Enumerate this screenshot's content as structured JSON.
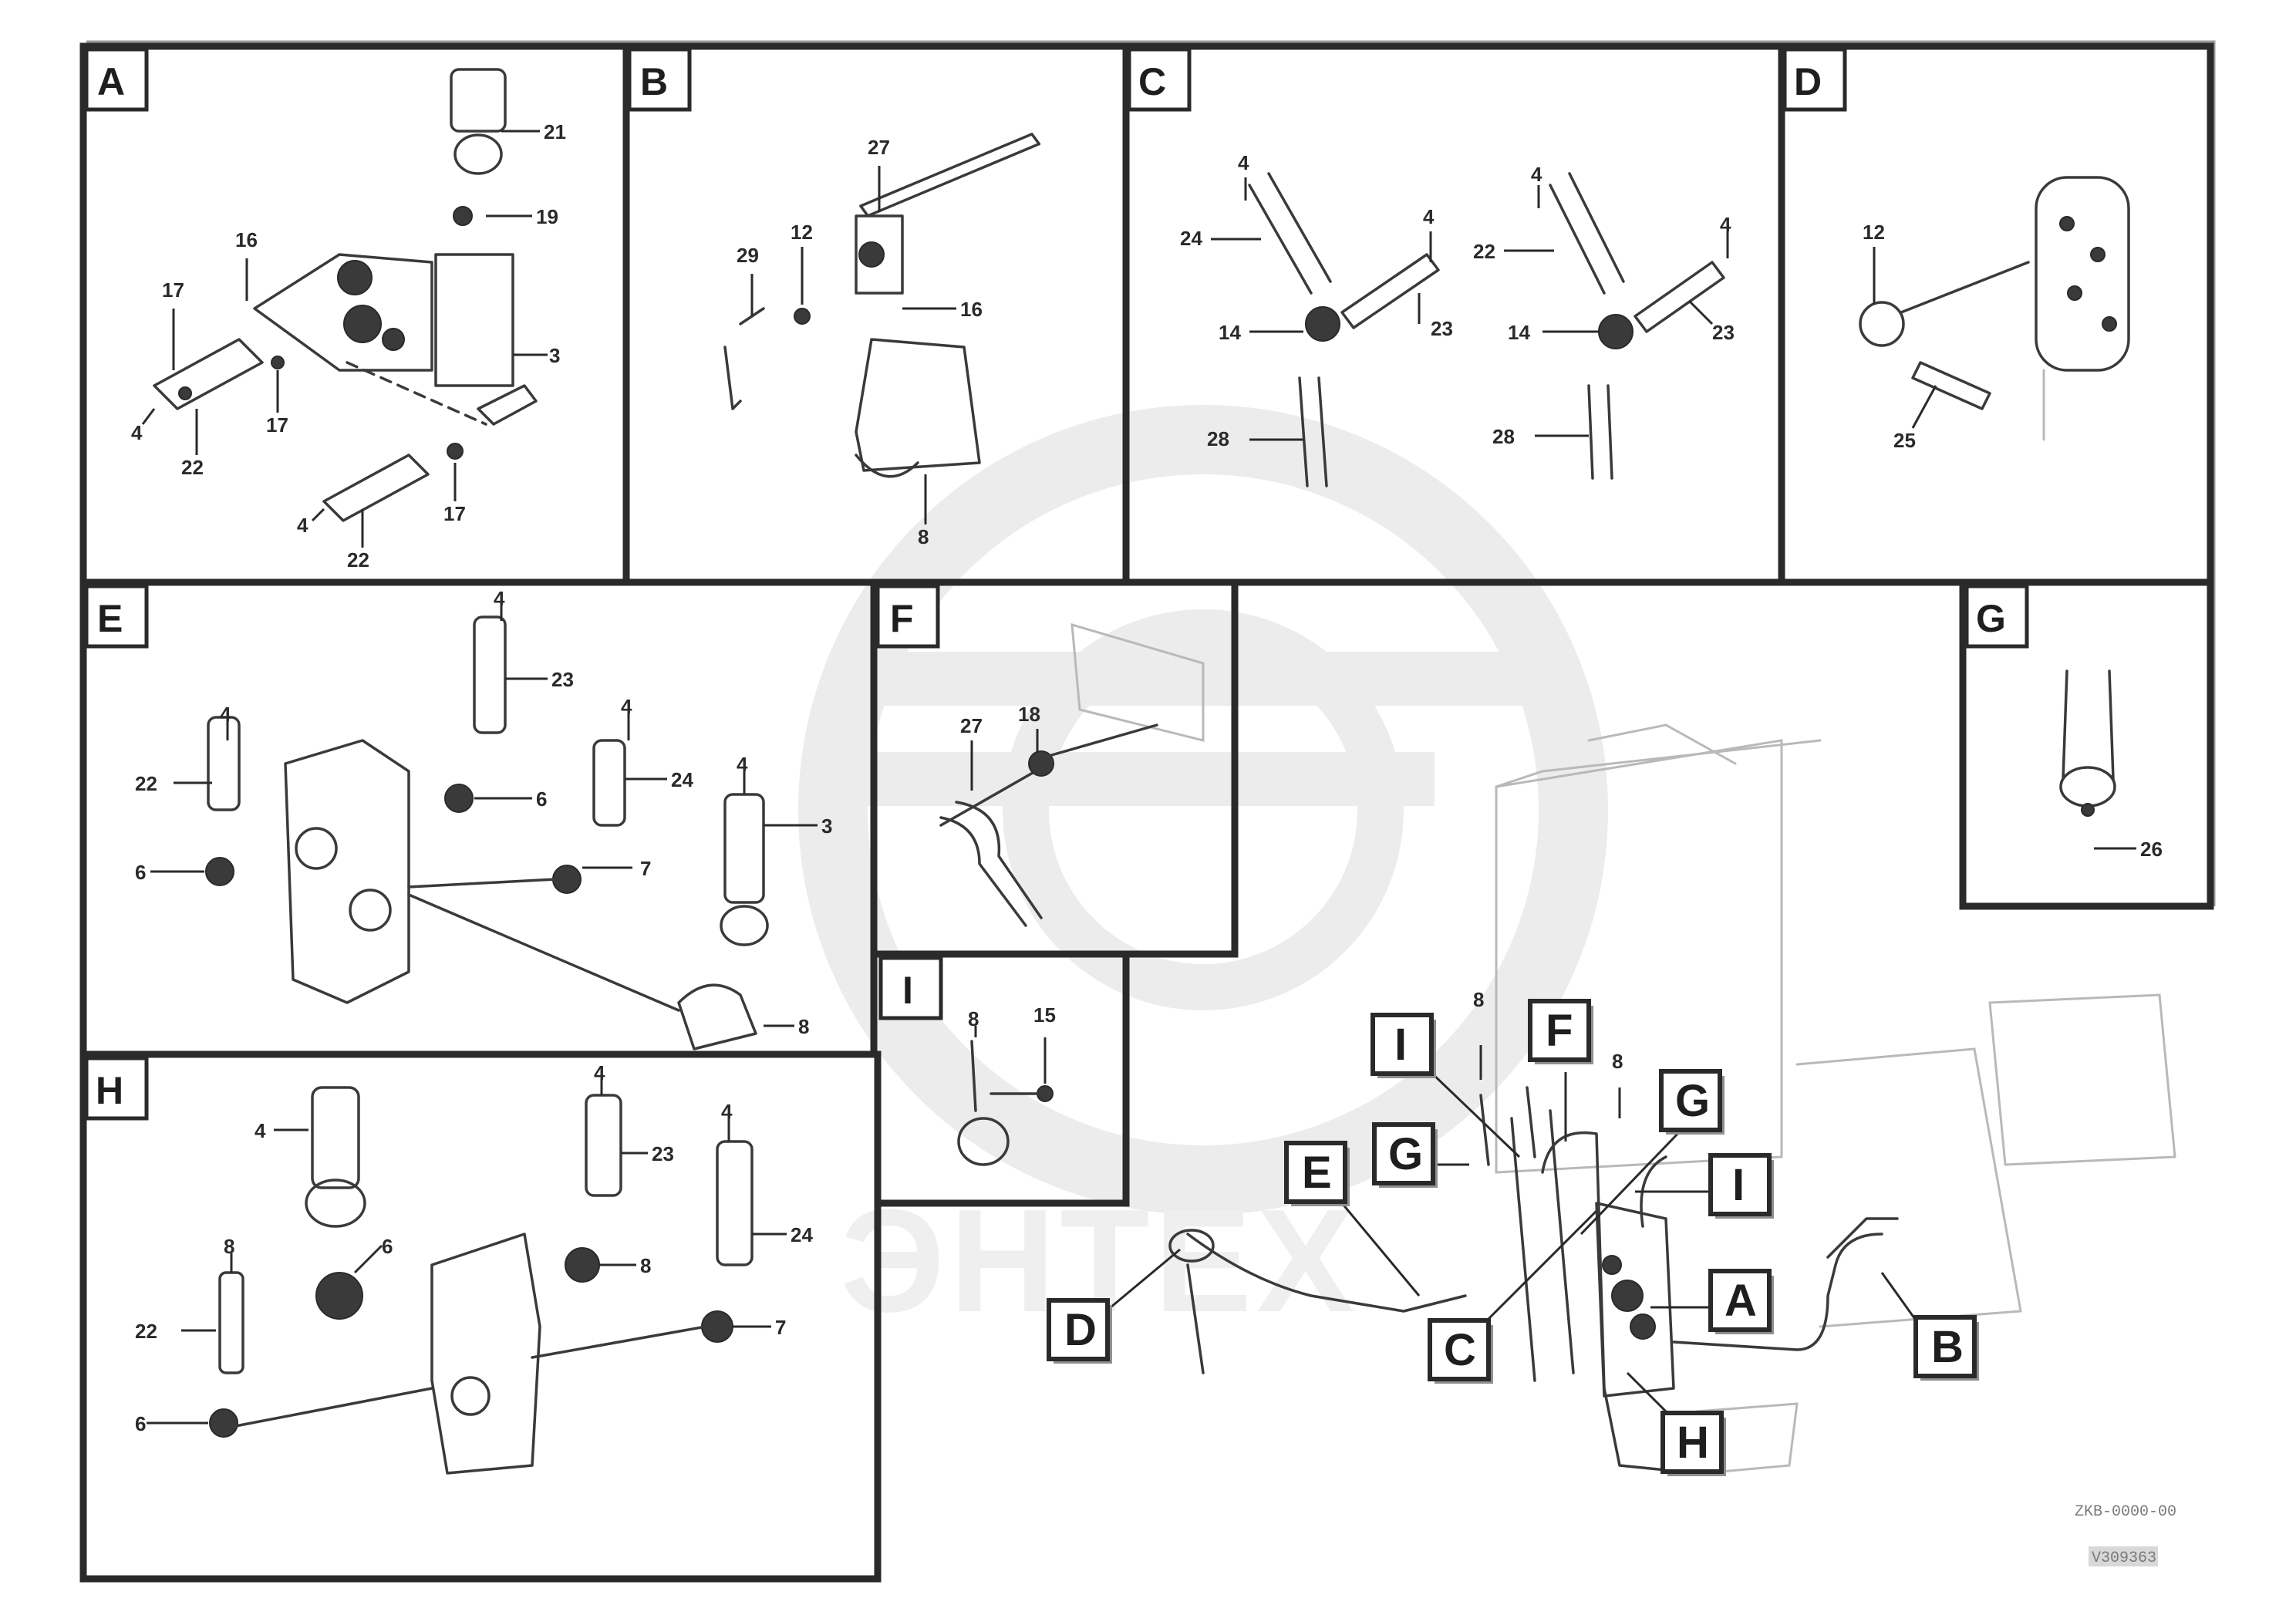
{
  "watermark_text": "ЭНТЕХ",
  "panels": [
    {
      "id": "A",
      "letter": "A",
      "callouts": [
        "21",
        "19",
        "16",
        "17",
        "3",
        "17",
        "4",
        "22",
        "17",
        "4",
        "22"
      ]
    },
    {
      "id": "B",
      "letter": "B",
      "callouts": [
        "27",
        "29",
        "12",
        "16",
        "8"
      ]
    },
    {
      "id": "C",
      "letter": "C",
      "callouts": [
        "4",
        "24",
        "14",
        "28",
        "4",
        "23",
        "14",
        "28",
        "4",
        "22",
        "4",
        "23"
      ]
    },
    {
      "id": "D",
      "letter": "D",
      "callouts": [
        "12",
        "25"
      ]
    },
    {
      "id": "E",
      "letter": "E",
      "callouts": [
        "4",
        "22",
        "6",
        "4",
        "23",
        "6",
        "4",
        "24",
        "7",
        "4",
        "8",
        "3"
      ]
    },
    {
      "id": "F",
      "letter": "F",
      "callouts": [
        "27",
        "18"
      ]
    },
    {
      "id": "G",
      "letter": "G",
      "callouts": [
        "26"
      ]
    },
    {
      "id": "H",
      "letter": "H",
      "callouts": [
        "4",
        "4",
        "23",
        "22",
        "6",
        "8",
        "6",
        "4",
        "24",
        "7",
        "8"
      ]
    },
    {
      "id": "I",
      "letter": "I",
      "callouts": [
        "8",
        "15"
      ]
    }
  ],
  "overview_labels": [
    "I",
    "F",
    "G",
    "E",
    "G",
    "I",
    "A",
    "D",
    "C",
    "H",
    "B"
  ],
  "overview_callouts": [
    "8",
    "8"
  ],
  "drawing_reference": [
    "ZKB-0000-00",
    "V309363"
  ],
  "icons": {
    "watermark": "gear-logo-icon"
  }
}
